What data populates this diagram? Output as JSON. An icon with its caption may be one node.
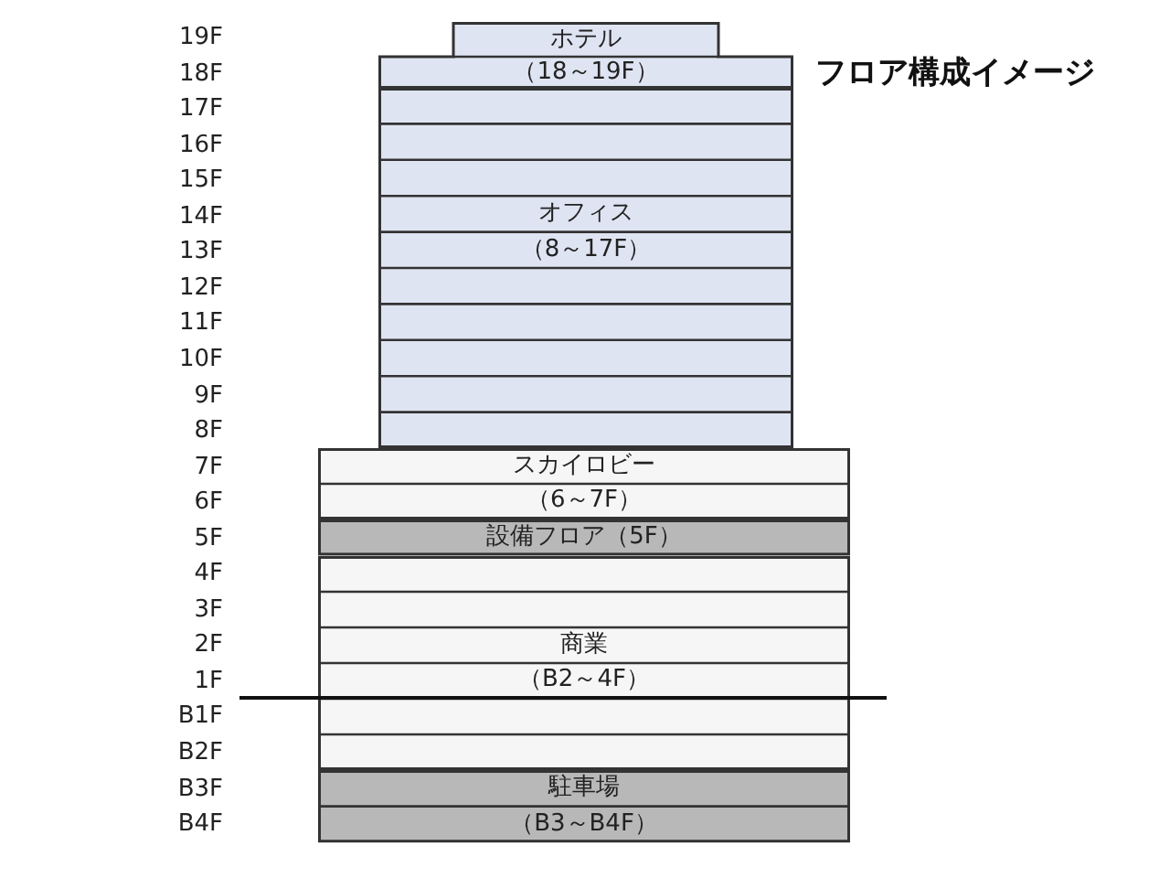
{
  "diagram": {
    "title": "フロア構成イメージ",
    "nodes": [
      {
        "text": [
          "ホテル",
          "（18～19F）"
        ]
      },
      {
        "text": [
          "オフィス",
          "（8～17F）"
        ]
      },
      {
        "text": [
          "スカイロビー",
          "（6～7F）"
        ]
      },
      {
        "text": [
          "設備フロア（5F）"
        ]
      },
      {
        "text": [
          "商業",
          "（B2～4F）"
        ]
      },
      {
        "text": [
          "駐車場",
          "（B3～B4F）"
        ]
      }
    ],
    "labels": [
      "19F",
      "18F",
      "17F",
      "16F",
      "15F",
      "14F",
      "13F",
      "12F",
      "11F",
      "10F",
      "9F",
      "8F",
      "7F",
      "6F",
      "5F",
      "4F",
      "3F",
      "2F",
      "1F",
      "B1F",
      "B2F",
      "B3F",
      "B4F"
    ]
  }
}
